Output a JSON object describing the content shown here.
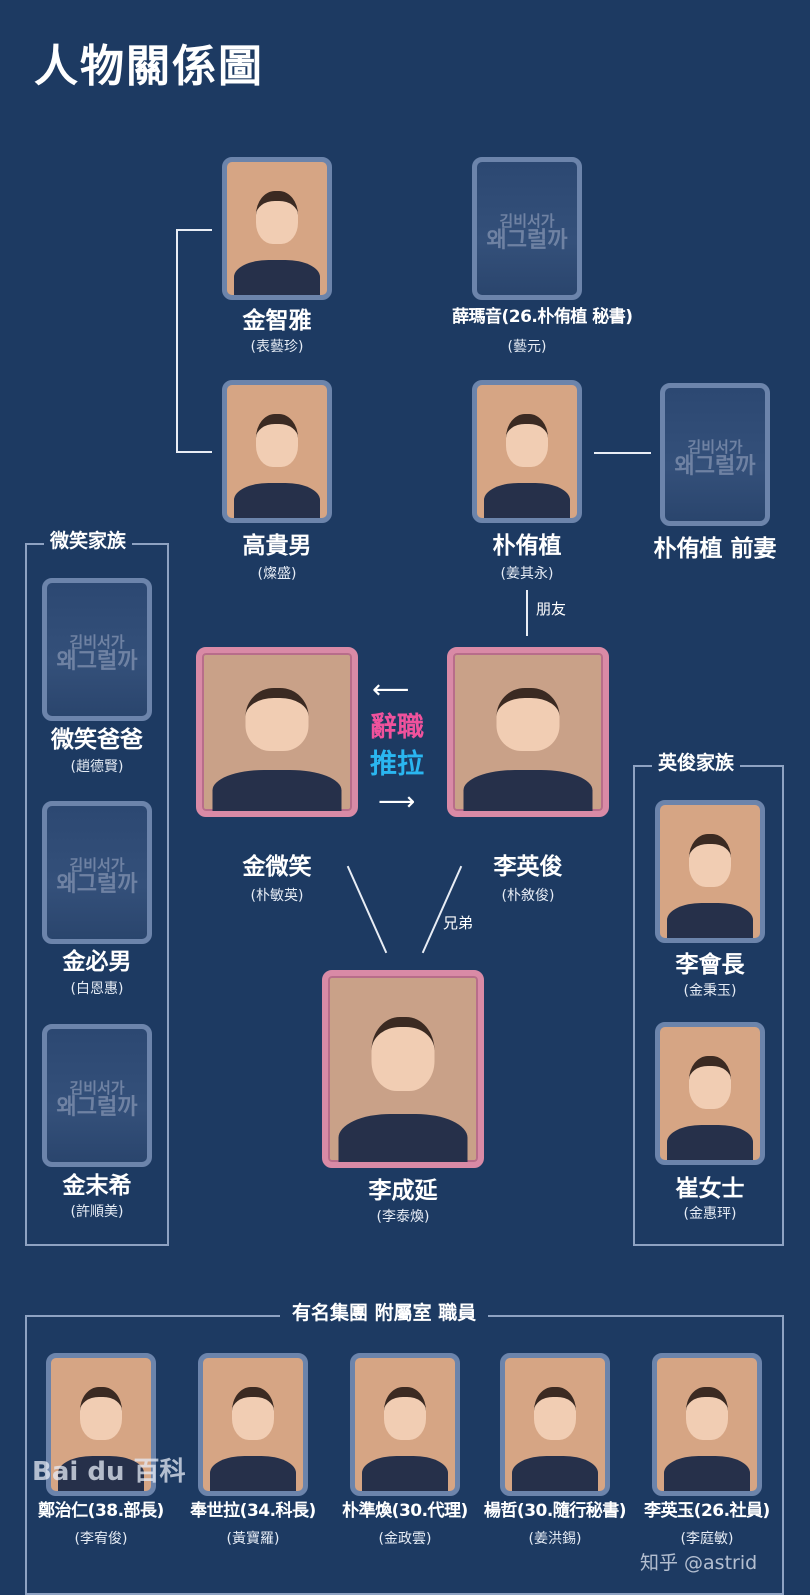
{
  "title": "人物關係圖",
  "placeholder_logo": {
    "line1": "김비서가",
    "line2": "왜그럴까"
  },
  "colors": {
    "background": "#1d3a62",
    "frame": "#6c84ab",
    "main_frame": "#d98aa6",
    "resign": "#f0529c",
    "push_pull": "#2ab6f0"
  },
  "characters": [
    {
      "id": "kimjia",
      "name": "金智雅",
      "actor": "(表藝珍)",
      "photo": true
    },
    {
      "id": "seolmaeum",
      "name": "薛瑪音(26.朴侑植 秘書)",
      "actor": "(藝元)",
      "photo": false
    },
    {
      "id": "gogwinam",
      "name": "高貴男",
      "actor": "(燦盛)",
      "photo": true
    },
    {
      "id": "parkyusik",
      "name": "朴侑植",
      "actor": "(姜其永)",
      "photo": true
    },
    {
      "id": "exwife",
      "name": "朴侑植 前妻",
      "actor": "",
      "photo": false
    },
    {
      "id": "kimmiso",
      "name": "金微笑",
      "actor": "(朴敏英)",
      "photo": true
    },
    {
      "id": "leeyoungjun",
      "name": "李英俊",
      "actor": "(朴敘俊)",
      "photo": true
    },
    {
      "id": "leesungyeon",
      "name": "李成延",
      "actor": "(李泰煥)",
      "photo": true
    },
    {
      "id": "misodad",
      "name": "微笑爸爸",
      "actor": "(趙德賢)",
      "photo": false
    },
    {
      "id": "kimpilnam",
      "name": "金必男",
      "actor": "(白恩惠)",
      "photo": false
    },
    {
      "id": "kimmalhee",
      "name": "金末希",
      "actor": "(許順美)",
      "photo": false
    },
    {
      "id": "chairman",
      "name": "李會長",
      "actor": "(金秉玉)",
      "photo": true
    },
    {
      "id": "mschoi",
      "name": "崔女士",
      "actor": "(金惠玶)",
      "photo": true
    },
    {
      "id": "jeongchiin",
      "name": "鄭治仁(38.部長)",
      "actor": "(李宥俊)",
      "photo": true
    },
    {
      "id": "bongsera",
      "name": "奉世拉(34.科長)",
      "actor": "(黃寶羅)",
      "photo": true
    },
    {
      "id": "parkjunhwan",
      "name": "朴準煥(30.代理)",
      "actor": "(金政雲)",
      "photo": true
    },
    {
      "id": "yangcheol",
      "name": "楊哲(30.隨行秘書)",
      "actor": "(姜洪錫)",
      "photo": true
    },
    {
      "id": "leeyoungok",
      "name": "李英玉(26.社員)",
      "actor": "(李庭敏)",
      "photo": true
    }
  ],
  "groups": {
    "miso_family": "微笑家族",
    "youngjun_family": "英俊家族",
    "company_staff": "有名集團 附屬室 職員"
  },
  "relations": {
    "friend": "朋友",
    "brothers": "兄弟",
    "resign": "辭職",
    "push_pull": "推拉",
    "arrow_left": "⟵",
    "arrow_right": "⟶"
  },
  "watermarks": {
    "baidu": "Bai du 百科",
    "zhihu": "知乎 @astrid"
  }
}
